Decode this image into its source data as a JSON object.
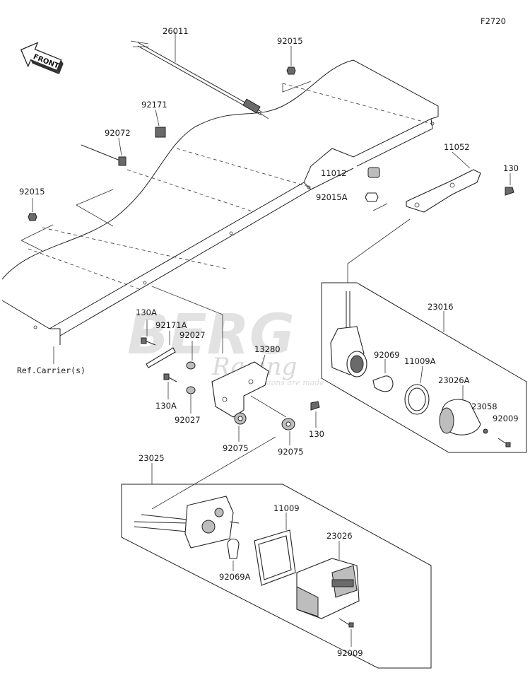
{
  "diagram_code": "F2720",
  "front_label": "FRONT",
  "ref_label": "Ref.Carrier(s)",
  "watermark": {
    "brand_top": "BERG",
    "brand_bottom": "Racing",
    "tagline": "Where passions are made"
  },
  "parts": [
    {
      "id": "p-26011",
      "number": "26011"
    },
    {
      "id": "p-92015-top",
      "number": "92015"
    },
    {
      "id": "p-92171",
      "number": "92171"
    },
    {
      "id": "p-92072",
      "number": "92072"
    },
    {
      "id": "p-92015-left",
      "number": "92015"
    },
    {
      "id": "p-11052",
      "number": "11052"
    },
    {
      "id": "p-130-right",
      "number": "130"
    },
    {
      "id": "p-11012",
      "number": "11012"
    },
    {
      "id": "p-92015A",
      "number": "92015A"
    },
    {
      "id": "p-23016",
      "number": "23016"
    },
    {
      "id": "p-92069",
      "number": "92069"
    },
    {
      "id": "p-11009A",
      "number": "11009A"
    },
    {
      "id": "p-23026A",
      "number": "23026A"
    },
    {
      "id": "p-23058",
      "number": "23058"
    },
    {
      "id": "p-92009-right",
      "number": "92009"
    },
    {
      "id": "p-130A-top",
      "number": "130A"
    },
    {
      "id": "p-92171A",
      "number": "92171A"
    },
    {
      "id": "p-92027-top",
      "number": "92027"
    },
    {
      "id": "p-13280",
      "number": "13280"
    },
    {
      "id": "p-130A-bottom",
      "number": "130A"
    },
    {
      "id": "p-92027-bottom",
      "number": "92027"
    },
    {
      "id": "p-130-mid",
      "number": "130"
    },
    {
      "id": "p-92075-left",
      "number": "92075"
    },
    {
      "id": "p-92075-right",
      "number": "92075"
    },
    {
      "id": "p-23025",
      "number": "23025"
    },
    {
      "id": "p-11009",
      "number": "11009"
    },
    {
      "id": "p-23026",
      "number": "23026"
    },
    {
      "id": "p-92069A",
      "number": "92069A"
    },
    {
      "id": "p-92009-bottom",
      "number": "92009"
    }
  ]
}
